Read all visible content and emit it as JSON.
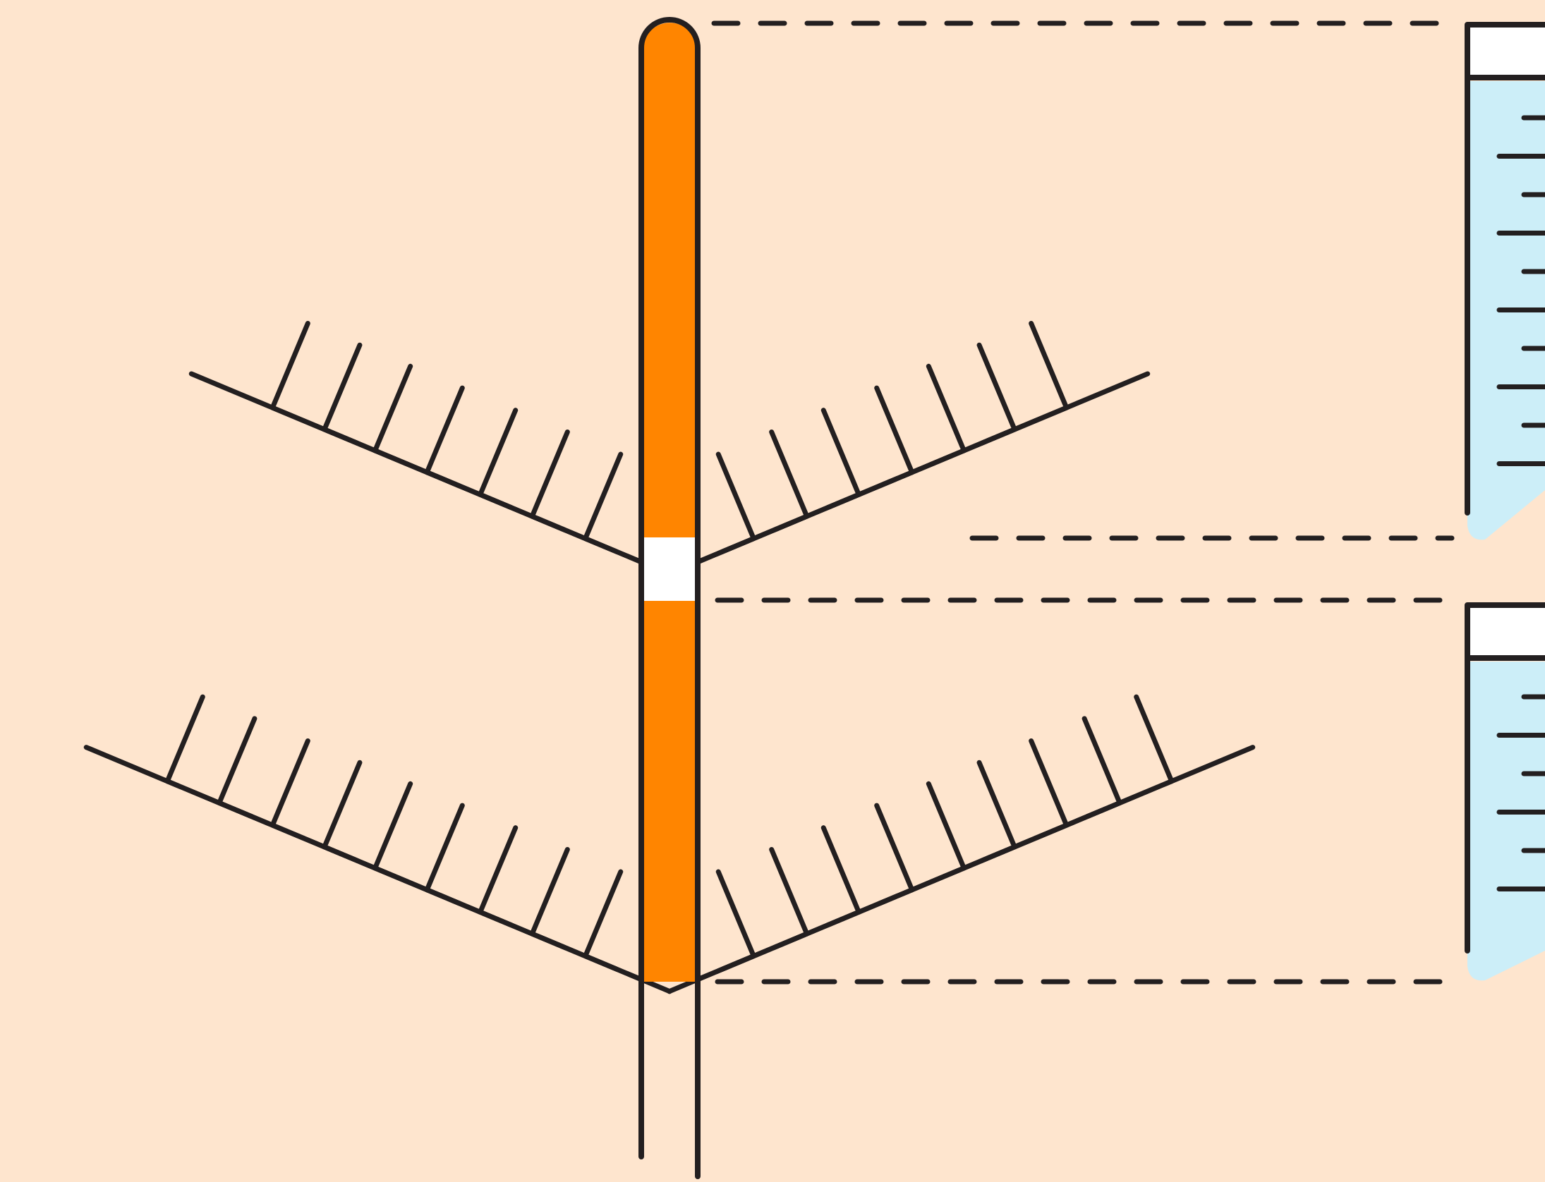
{
  "diagram": {
    "colors": {
      "background": "#FEE5CE",
      "stem_fill": "#FF8500",
      "outline": "#231F20",
      "gap_fill": "#FFFFFF",
      "cylinder_liquid": "#CCEEF8",
      "cylinder_top": "#FFFFFF"
    },
    "stem_segments": [
      "upper-segment-orange",
      "upper-gap-white",
      "lower-segment-orange",
      "bottom-segment-uncoloured"
    ],
    "branch_whorls": [
      "upper-whorl",
      "lower-whorl"
    ],
    "measuring_cylinders": [
      {
        "name": "upper-cylinder",
        "tick_marks": 10
      },
      {
        "name": "lower-cylinder",
        "tick_marks": 6
      }
    ],
    "guide_line_style": "dashed"
  }
}
